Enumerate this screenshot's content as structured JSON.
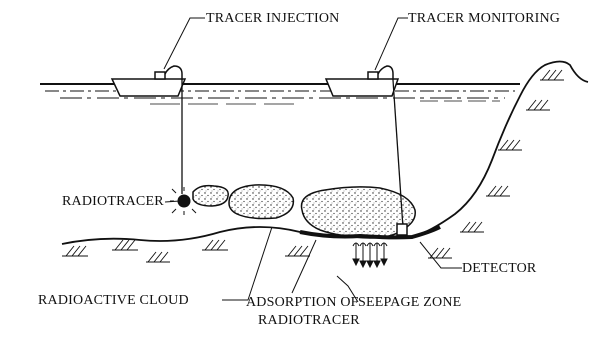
{
  "labels": {
    "tracer_injection": "TRACER INJECTION",
    "tracer_monitoring": "TRACER MONITORING",
    "radiotracer": "RADIOTRACER",
    "detector": "DETECTOR",
    "radioactive_cloud": "RADIOACTIVE CLOUD",
    "adsorption_line1": "ADSORPTION OF",
    "adsorption_line2": "RADIOTRACER",
    "seepage_zone": "SEEPAGE ZONE"
  },
  "colors": {
    "ink": "#111111",
    "background": "#ffffff"
  }
}
